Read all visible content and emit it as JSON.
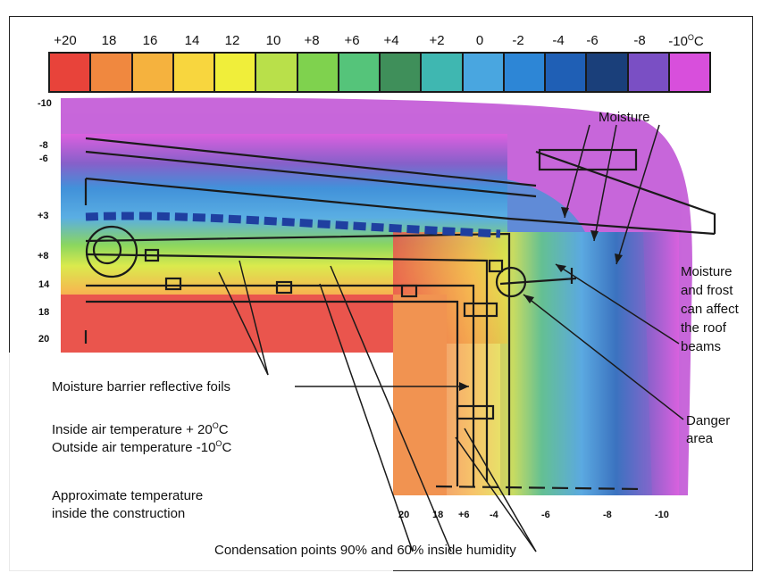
{
  "scale": {
    "labels": [
      "+20",
      "18",
      "16",
      "14",
      "12",
      "10",
      "+8",
      "+6",
      "+4",
      "+2",
      "0",
      "-2",
      "-4",
      "-6",
      "-8",
      "-10"
    ],
    "unit_suffix": "C",
    "unit_degree": "O",
    "colors": [
      "#e8433a",
      "#f0883f",
      "#f5b23e",
      "#f8d63e",
      "#f0ee3a",
      "#b9e04a",
      "#7fd24e",
      "#55c47a",
      "#3f8f5a",
      "#3fb7b1",
      "#49a6e0",
      "#2d86d6",
      "#1f5fb5",
      "#1a3f7a",
      "#7a4fc4",
      "#d84fdc"
    ]
  },
  "side_labels": [
    "-10",
    "-8",
    "-6",
    "+3",
    "+8",
    "14",
    "18",
    "20"
  ],
  "bottom_labels": [
    "20",
    "18",
    "+6",
    "-4",
    "-6",
    "-8",
    "-10"
  ],
  "annotations": {
    "moisture": "Moisture",
    "moisture_frost": [
      "Moisture",
      "and frost",
      "can affect",
      "the roof",
      "beams"
    ],
    "danger": [
      "Danger",
      "area"
    ],
    "foils": "Moisture barrier reflective foils",
    "inside_temp_prefix": "Inside air temperature + 20",
    "outside_temp_prefix": "Outside air temperature -10",
    "degree": "O",
    "celsius": "C",
    "approx": [
      "Approximate temperature",
      "inside the construction"
    ],
    "condensation": "Condensation points 90% and 60% inside humidity"
  }
}
